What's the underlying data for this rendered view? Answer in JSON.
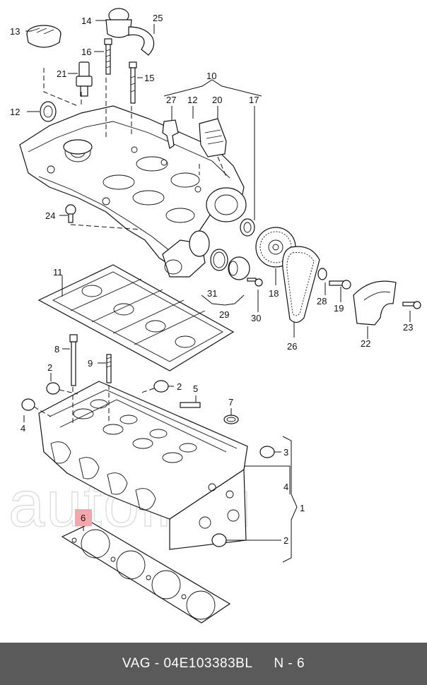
{
  "callouts": [
    {
      "id": "c13",
      "text": "13"
    },
    {
      "id": "c14",
      "text": "14"
    },
    {
      "id": "c25",
      "text": "25"
    },
    {
      "id": "c16",
      "text": "16"
    },
    {
      "id": "c21",
      "text": "21"
    },
    {
      "id": "c15",
      "text": "15"
    },
    {
      "id": "c10",
      "text": "10"
    },
    {
      "id": "c27",
      "text": "27"
    },
    {
      "id": "c12b",
      "text": "12"
    },
    {
      "id": "c20",
      "text": "20"
    },
    {
      "id": "c17",
      "text": "17"
    },
    {
      "id": "c12",
      "text": "12"
    },
    {
      "id": "c24",
      "text": "24"
    },
    {
      "id": "c11",
      "text": "11"
    },
    {
      "id": "c18",
      "text": "18"
    },
    {
      "id": "c31",
      "text": "31"
    },
    {
      "id": "c29",
      "text": "29"
    },
    {
      "id": "c30",
      "text": "30"
    },
    {
      "id": "c28",
      "text": "28"
    },
    {
      "id": "c19",
      "text": "19"
    },
    {
      "id": "c23",
      "text": "23"
    },
    {
      "id": "c26",
      "text": "26"
    },
    {
      "id": "c22",
      "text": "22"
    },
    {
      "id": "c8",
      "text": "8"
    },
    {
      "id": "c9",
      "text": "9"
    },
    {
      "id": "c2a",
      "text": "2"
    },
    {
      "id": "c2b",
      "text": "2"
    },
    {
      "id": "c5",
      "text": "5"
    },
    {
      "id": "c7",
      "text": "7"
    },
    {
      "id": "c4a",
      "text": "4"
    },
    {
      "id": "c3",
      "text": "3"
    },
    {
      "id": "c4b",
      "text": "4"
    },
    {
      "id": "c1",
      "text": "1"
    },
    {
      "id": "c6",
      "text": "6"
    },
    {
      "id": "c2c",
      "text": "2"
    }
  ],
  "highlight": {
    "callout": "6",
    "color": "#f4a6ad"
  },
  "watermark": {
    "text": "autoii.ru",
    "color": "#dcdcdc"
  },
  "footer": {
    "brand": "VAG - 04E103383BL",
    "page": "N - 6",
    "background": "#5a5a5a",
    "text_color": "#ffffff"
  }
}
